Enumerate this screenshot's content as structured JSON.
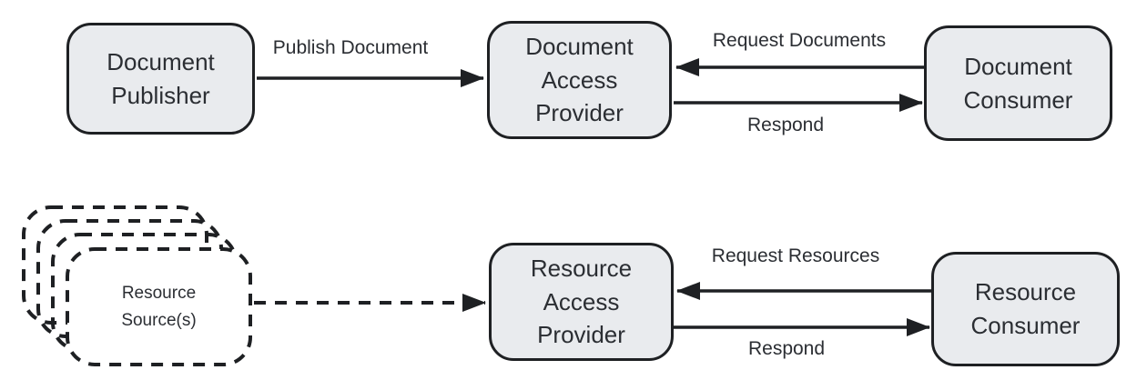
{
  "theme": {
    "background": "#ffffff",
    "stroke": "#1e2023",
    "node_fill": "#e9ebee",
    "text": "#2b2e33"
  },
  "nodes": {
    "document_publisher": {
      "label": "Document\nPublisher"
    },
    "document_access_provider": {
      "label": "Document\nAccess\nProvider"
    },
    "document_consumer": {
      "label": "Document\nConsumer"
    },
    "resource_sources": {
      "label": "Resource\nSource(s)"
    },
    "resource_access_provider": {
      "label": "Resource\nAccess\nProvider"
    },
    "resource_consumer": {
      "label": "Resource\nConsumer"
    }
  },
  "edges": {
    "publish_document": {
      "label": "Publish Document",
      "from": "document_publisher",
      "to": "document_access_provider",
      "style": "solid"
    },
    "request_documents": {
      "label": "Request Documents",
      "from": "document_consumer",
      "to": "document_access_provider",
      "style": "solid"
    },
    "respond_documents": {
      "label": "Respond",
      "from": "document_access_provider",
      "to": "document_consumer",
      "style": "solid"
    },
    "resource_flow": {
      "label": "",
      "from": "resource_sources",
      "to": "resource_access_provider",
      "style": "dashed"
    },
    "request_resources": {
      "label": "Request Resources",
      "from": "resource_consumer",
      "to": "resource_access_provider",
      "style": "solid"
    },
    "respond_resources": {
      "label": "Respond",
      "from": "resource_access_provider",
      "to": "resource_consumer",
      "style": "solid"
    }
  }
}
